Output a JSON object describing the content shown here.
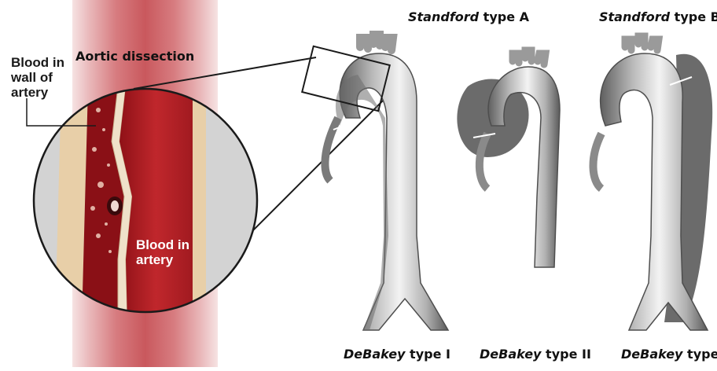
{
  "illustration": {
    "title": "Aortic dissection",
    "callout_wall": [
      "Blood in",
      "wall of",
      "artery"
    ],
    "callout_artery": [
      "Blood in",
      "artery"
    ]
  },
  "classification": {
    "top_labels": [
      {
        "name": "Standford",
        "suffix": " type A"
      },
      {
        "name": "Standford",
        "suffix": " type B"
      }
    ],
    "bottom_labels": [
      {
        "name": "DeBakey",
        "suffix": " type I"
      },
      {
        "name": "DeBakey",
        "suffix": " type II"
      },
      {
        "name": "DeBakey",
        "suffix": " type III"
      }
    ]
  },
  "colors": {
    "artery_red": "#b01e24",
    "artery_pink": "#e7b3b5",
    "wall_tan": "#ead3b1",
    "aorta_light": "#cfcfcf",
    "aorta_dark": "#6a6a6a",
    "false_lumen": "#6b6b6b"
  }
}
